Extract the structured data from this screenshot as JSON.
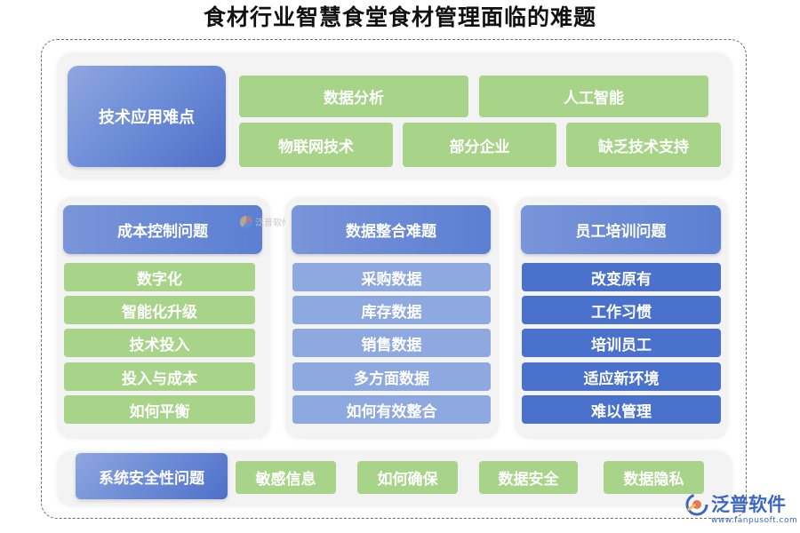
{
  "title": "食材行业智慧食堂食材管理面临的难题",
  "tech": {
    "label": "技术应用难点",
    "items": [
      "数据分析",
      "人工智能",
      "物联网技术",
      "部分企业",
      "缺乏技术支持"
    ]
  },
  "cost": {
    "label": "成本控制问题",
    "items": [
      "数字化",
      "智能化升级",
      "技术投入",
      "投入与成本",
      "如何平衡"
    ]
  },
  "data_integration": {
    "label": "数据整合难题",
    "items": [
      "采购数据",
      "库存数据",
      "销售数据",
      "多方面数据",
      "如何有效整合"
    ]
  },
  "training": {
    "label": "员工培训问题",
    "items": [
      "改变原有",
      "工作习惯",
      "培训员工",
      "适应新环境",
      "难以管理"
    ]
  },
  "security": {
    "label": "系统安全性问题",
    "items": [
      "敏感信息",
      "如何确保",
      "数据安全",
      "数据隐私"
    ]
  },
  "watermark": {
    "text": "泛普软件"
  },
  "logo": {
    "name": "泛普软件",
    "url": "www.fanpusoft.com"
  },
  "colors": {
    "green": "#a8d48a",
    "light_blue": "#8ea8e0",
    "dark_blue": "#4a72cc",
    "header_blue": "#5b7fd2",
    "panel": "#f3f3f3"
  }
}
